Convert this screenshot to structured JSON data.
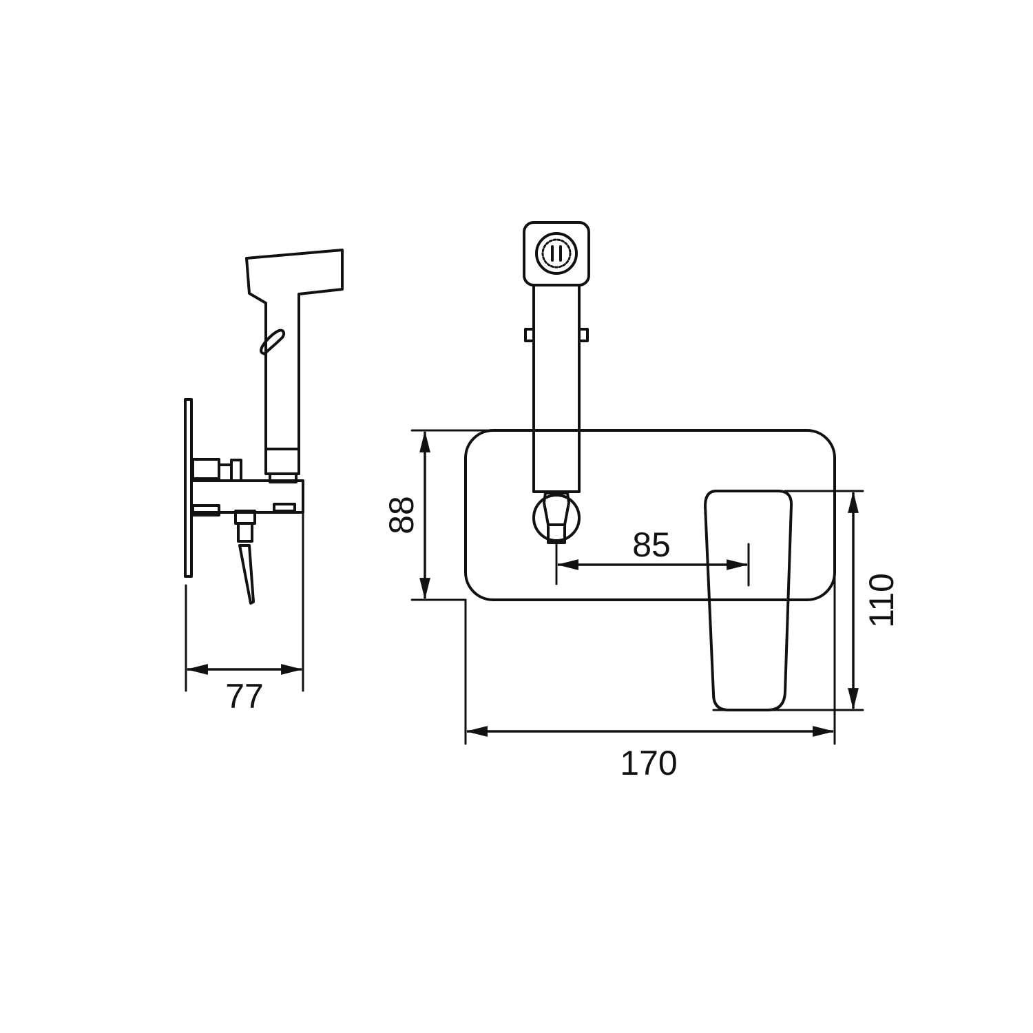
{
  "dimensions": {
    "side_depth": "77",
    "plate_height": "88",
    "handle_offset": "85",
    "overall_height": "110",
    "overall_width": "170"
  },
  "icons": [
    "side-view-faucet-icon",
    "front-view-faucet-icon",
    "spray-head-nozzle-icon",
    "lever-handle-icon",
    "arrowhead-icon"
  ],
  "colors": {
    "line": "#111111",
    "background": "#ffffff"
  }
}
